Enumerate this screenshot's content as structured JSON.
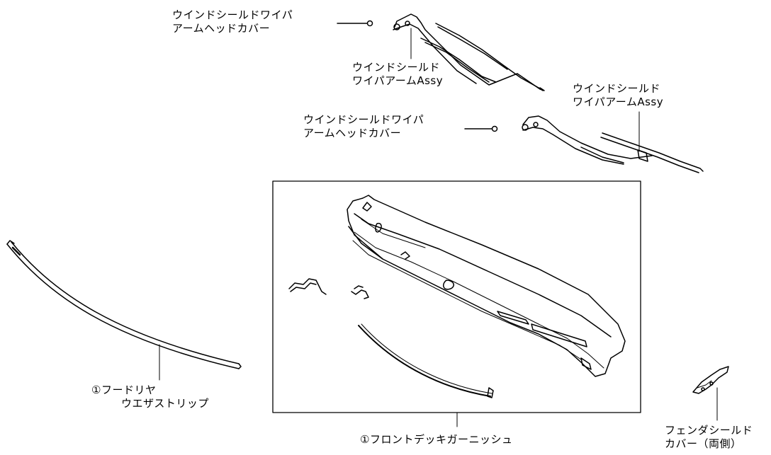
{
  "labels": {
    "wiper_cover_upper": [
      "ウインドシールドワイパ",
      "アームヘッドカバー"
    ],
    "wiper_arm_upper": [
      "ウインドシールド",
      "ワイパアームAssy"
    ],
    "wiper_arm_right": [
      "ウインドシールド",
      "ワイパアームAssy"
    ],
    "wiper_cover_lower": [
      "ウインドシールドワイパ",
      "アームヘッドカバー"
    ],
    "hood_rear_strip": [
      "①フードリヤ",
      "ウエザストリップ"
    ],
    "front_deck_garnish": "①フロントデッキガーニッシュ",
    "fender_shield_cover": [
      "フェンダシールド",
      "カバー（両側）"
    ]
  }
}
